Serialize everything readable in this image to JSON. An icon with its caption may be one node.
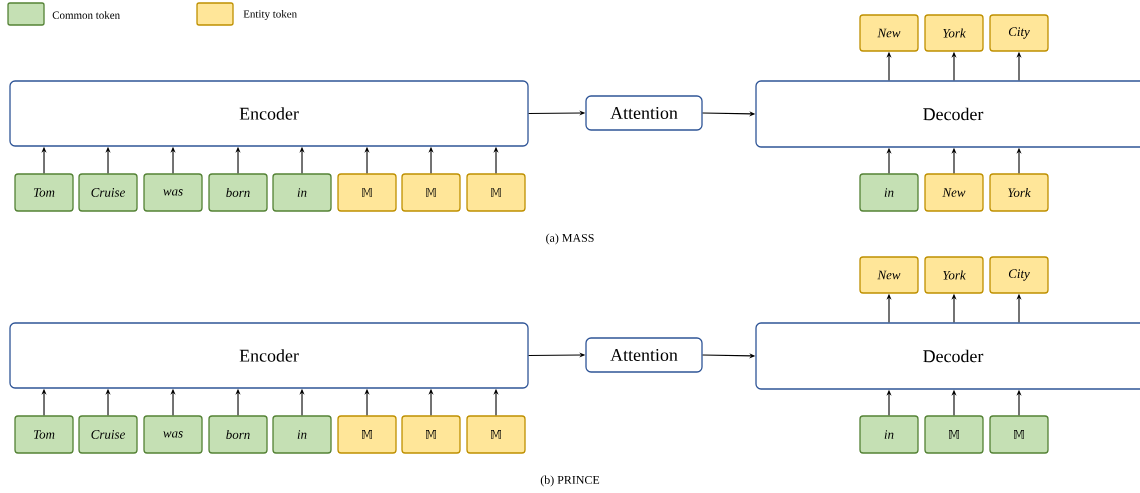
{
  "diagram": {
    "nodes": [
      {
        "text": [
          "Encoder"
        ]
      },
      {
        "text": [
          "Attention"
        ]
      },
      {
        "text": [
          "Decoder"
        ]
      },
      {
        "text": [
          "New"
        ]
      },
      {
        "text": [
          "York"
        ]
      },
      {
        "text": [
          "City"
        ]
      },
      {
        "text": [
          "Tom"
        ]
      },
      {
        "text": [
          "Cruise"
        ]
      },
      {
        "text": [
          "was"
        ]
      },
      {
        "text": [
          "born"
        ]
      },
      {
        "text": [
          "in"
        ]
      },
      {
        "text": [
          "𝕄"
        ]
      },
      {
        "text": [
          "𝕄"
        ]
      },
      {
        "text": [
          "𝕄"
        ]
      },
      {
        "text": [
          "in"
        ]
      },
      {
        "text": [
          "New"
        ]
      },
      {
        "text": [
          "York"
        ]
      },
      {
        "text": [
          "Encoder"
        ]
      },
      {
        "text": [
          "Attention"
        ]
      },
      {
        "text": [
          "Decoder"
        ]
      },
      {
        "text": [
          "New"
        ]
      },
      {
        "text": [
          "York"
        ]
      },
      {
        "text": [
          "City"
        ]
      },
      {
        "text": [
          "Tom"
        ]
      },
      {
        "text": [
          "Cruise"
        ]
      },
      {
        "text": [
          "was"
        ]
      },
      {
        "text": [
          "born"
        ]
      },
      {
        "text": [
          "in"
        ]
      },
      {
        "text": [
          "𝕄"
        ]
      },
      {
        "text": [
          "𝕄"
        ]
      },
      {
        "text": [
          "𝕄"
        ]
      },
      {
        "text": [
          "in"
        ]
      },
      {
        "text": [
          "𝕄"
        ]
      },
      {
        "text": [
          "𝕄"
        ]
      }
    ],
    "edges": [
      {
        "from": 6,
        "to": 0,
        "arrow": "to"
      },
      {
        "from": 7,
        "to": 0,
        "arrow": "to"
      },
      {
        "from": 8,
        "to": 0,
        "arrow": "to"
      },
      {
        "from": 9,
        "to": 0,
        "arrow": "to"
      },
      {
        "from": 10,
        "to": 0,
        "arrow": "to"
      },
      {
        "from": 11,
        "to": 0,
        "arrow": "to"
      },
      {
        "from": 12,
        "to": 0,
        "arrow": "to"
      },
      {
        "from": 13,
        "to": 0,
        "arrow": "to"
      },
      {
        "from": 0,
        "to": 1,
        "arrow": "to"
      },
      {
        "from": 1,
        "to": 2,
        "arrow": "to"
      },
      {
        "from": 14,
        "to": 2,
        "arrow": "to"
      },
      {
        "from": 15,
        "to": 2,
        "arrow": "to"
      },
      {
        "from": 16,
        "to": 2,
        "arrow": "to"
      },
      {
        "from": 2,
        "to": 3,
        "arrow": "to"
      },
      {
        "from": 2,
        "to": 4,
        "arrow": "to"
      },
      {
        "from": 2,
        "to": 5,
        "arrow": "to"
      },
      {
        "from": 23,
        "to": 17,
        "arrow": "to"
      },
      {
        "from": 24,
        "to": 17,
        "arrow": "to"
      },
      {
        "from": 25,
        "to": 17,
        "arrow": "to"
      },
      {
        "from": 26,
        "to": 17,
        "arrow": "to"
      },
      {
        "from": 27,
        "to": 17,
        "arrow": "to"
      },
      {
        "from": 28,
        "to": 17,
        "arrow": "to"
      },
      {
        "from": 29,
        "to": 17,
        "arrow": "to"
      },
      {
        "from": 30,
        "to": 17,
        "arrow": "to"
      },
      {
        "from": 17,
        "to": 18,
        "arrow": "to"
      },
      {
        "from": 18,
        "to": 19,
        "arrow": "to"
      },
      {
        "from": 31,
        "to": 19,
        "arrow": "to"
      },
      {
        "from": 32,
        "to": 19,
        "arrow": "to"
      },
      {
        "from": 33,
        "to": 19,
        "arrow": "to"
      },
      {
        "from": 19,
        "to": 20,
        "arrow": "to"
      },
      {
        "from": 19,
        "to": 21,
        "arrow": "to"
      },
      {
        "from": 19,
        "to": 22,
        "arrow": "to"
      }
    ],
    "labels": [
      "(a) MASS",
      "(b) PRINCE"
    ],
    "legend": [
      {
        "text": "Common token",
        "color": "#c5e0b4"
      },
      {
        "text": "Entity token",
        "color": "#ffe699"
      }
    ]
  }
}
